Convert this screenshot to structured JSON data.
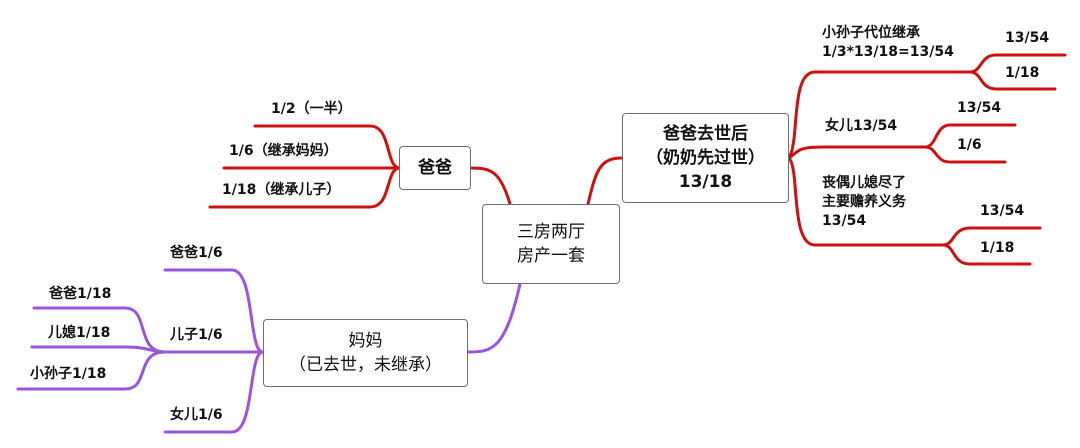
{
  "center": {
    "line1": "三房两厅",
    "line2": "房产一套"
  },
  "dad": {
    "title": "爸爸",
    "leaves": [
      "1/2（一半）",
      "1/6（继承妈妈）",
      "1/18（继承儿子）"
    ]
  },
  "mom": {
    "line1": "妈妈",
    "line2": "（已去世，未继承）",
    "branches": {
      "father": "爸爸1/6",
      "son": "儿子1/6",
      "daughter": "女儿1/6"
    },
    "son_leaves": [
      "爸爸1/18",
      "儿媳1/18",
      "小孙子1/18"
    ]
  },
  "after": {
    "line1": "爸爸去世后",
    "line2": "（奶奶先过世）",
    "line3": "13/18",
    "grandson": {
      "line1": "小孙子代位继承",
      "line2": "1/3*13/18=13/54",
      "leaves": [
        "13/54",
        "1/18"
      ]
    },
    "daughter": {
      "label": "女儿13/54",
      "leaves": [
        "13/54",
        "1/6"
      ]
    },
    "dil": {
      "line1": "丧偶儿媳尽了",
      "line2": "主要赡养义务",
      "line3": "13/54",
      "leaves": [
        "13/54",
        "1/18"
      ]
    }
  },
  "colors": {
    "red": "#cc1111",
    "purple": "#9955dd",
    "border": "#6f6f6f"
  }
}
